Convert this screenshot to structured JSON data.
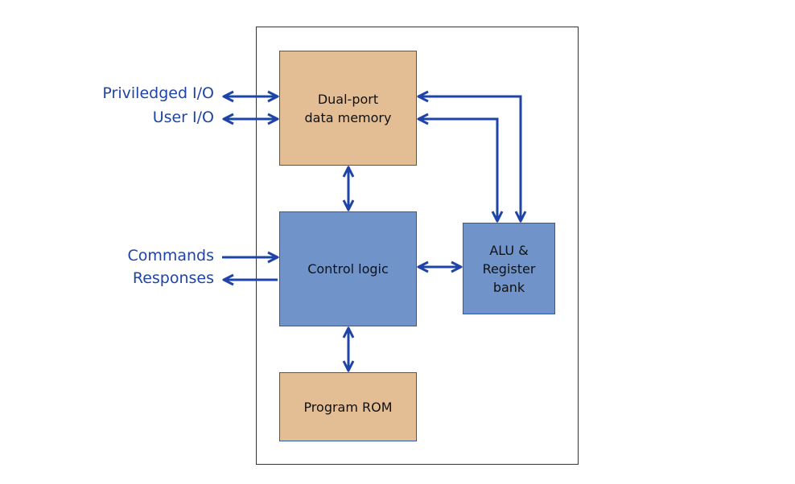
{
  "diagram": {
    "blocks": {
      "data_memory": {
        "line1": "Dual-port",
        "line2": "data memory"
      },
      "control_logic": {
        "label": "Control logic"
      },
      "alu": {
        "line1": "ALU &",
        "line2": "Register",
        "line3": "bank"
      },
      "program_rom": {
        "label": "Program ROM"
      }
    },
    "external_labels": {
      "privileged_io": "Priviledged I/O",
      "user_io": "User I/O",
      "commands": "Commands",
      "responses": "Responses"
    },
    "colors": {
      "memory_fill": "#e3bd94",
      "logic_fill": "#7094ca",
      "arrow": "#1f44a8",
      "frame": "#333333"
    }
  }
}
